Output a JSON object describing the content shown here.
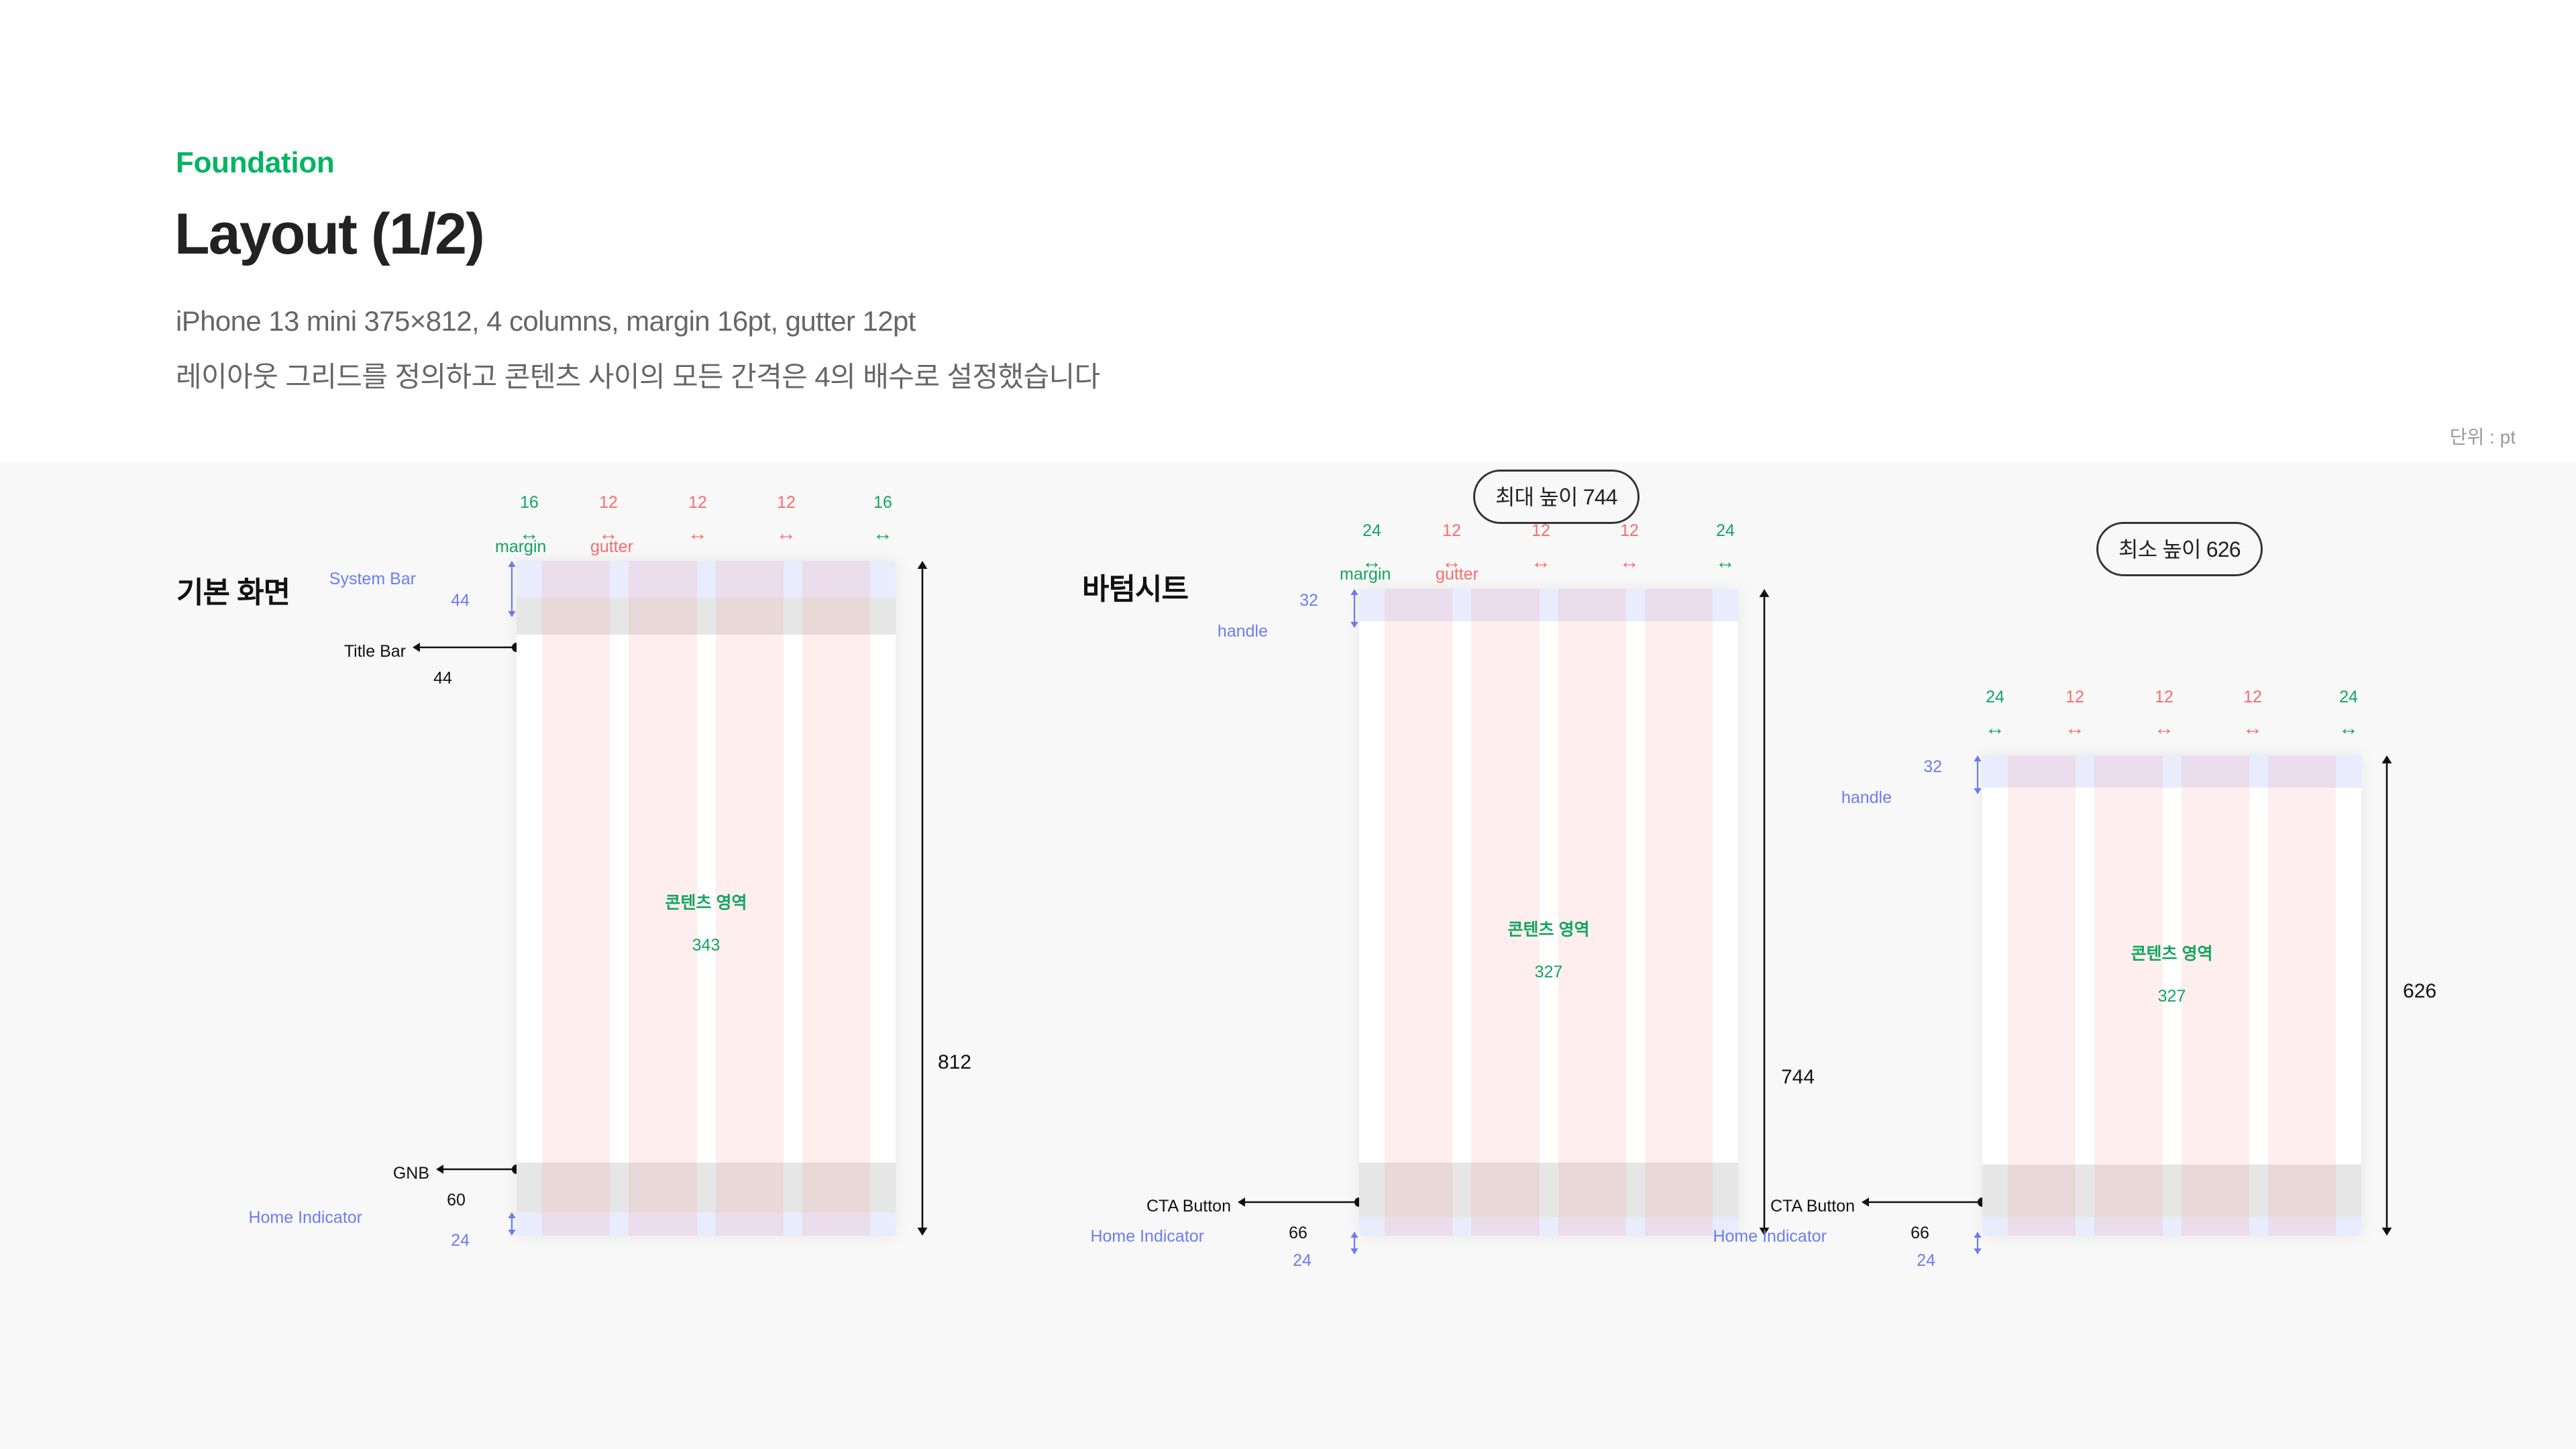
{
  "header": {
    "eyebrow": "Foundation",
    "title": "Layout (1/2)",
    "subtitle_1": "iPhone 13 mini 375×812, 4 columns, margin 16pt, gutter 12pt",
    "subtitle_2": "레이아웃 그리드를 정의하고 콘텐츠 사이의 모든 간격은 4의 배수로 설정했습니다",
    "unit_note": "단위 : pt"
  },
  "colors": {
    "brand_green": "#00b561",
    "margin_green": "#12a55f",
    "gutter_red": "#fb6b6b",
    "system_blue": "#6c7cf5",
    "canvas": "#f8f8f8",
    "column_pink": "rgba(255,120,120,0.13)",
    "band_blue": "#e8ecfc",
    "band_gray": "#e6e6e6"
  },
  "diagrams": [
    {
      "id": "default-screen",
      "section_title": "기본 화면",
      "badge": null,
      "margin_label": "margin",
      "gutter_label": "gutter",
      "top_measures": [
        "16",
        "12",
        "12",
        "12",
        "16"
      ],
      "top_measure_kinds": [
        "margin",
        "gutter",
        "gutter",
        "gutter",
        "margin"
      ],
      "left_annotations": [
        {
          "name": "System Bar",
          "value": "44",
          "style": "blue"
        },
        {
          "name": "Title Bar",
          "value": "44",
          "style": "black"
        },
        {
          "name": "GNB",
          "value": "60",
          "style": "black"
        },
        {
          "name": "Home Indicator",
          "value": "24",
          "style": "blue"
        }
      ],
      "content_label": "콘텐츠 영역",
      "content_value": "343",
      "total_height": "812"
    },
    {
      "id": "bottom-sheet-max",
      "section_title": "바텀시트",
      "badge": "최대 높이 744",
      "margin_label": "margin",
      "gutter_label": "gutter",
      "top_measures": [
        "24",
        "12",
        "12",
        "12",
        "24"
      ],
      "top_measure_kinds": [
        "margin",
        "gutter",
        "gutter",
        "gutter",
        "margin"
      ],
      "left_annotations": [
        {
          "name": "handle",
          "value": "32",
          "style": "blue"
        },
        {
          "name": "CTA Button",
          "value": "66",
          "style": "black"
        },
        {
          "name": "Home Indicator",
          "value": "24",
          "style": "blue"
        }
      ],
      "content_label": "콘텐츠 영역",
      "content_value": "327",
      "total_height": "744"
    },
    {
      "id": "bottom-sheet-min",
      "section_title": null,
      "badge": "최소 높이 626",
      "margin_label": null,
      "gutter_label": null,
      "top_measures": [
        "24",
        "12",
        "12",
        "12",
        "24"
      ],
      "top_measure_kinds": [
        "margin",
        "gutter",
        "gutter",
        "gutter",
        "margin"
      ],
      "left_annotations": [
        {
          "name": "handle",
          "value": "32",
          "style": "blue"
        },
        {
          "name": "CTA Button",
          "value": "66",
          "style": "black"
        },
        {
          "name": "Home Indicator",
          "value": "24",
          "style": "blue"
        }
      ],
      "content_label": "콘텐츠 영역",
      "content_value": "327",
      "total_height": "626"
    }
  ],
  "glyphs": {
    "hresize": "↔"
  }
}
